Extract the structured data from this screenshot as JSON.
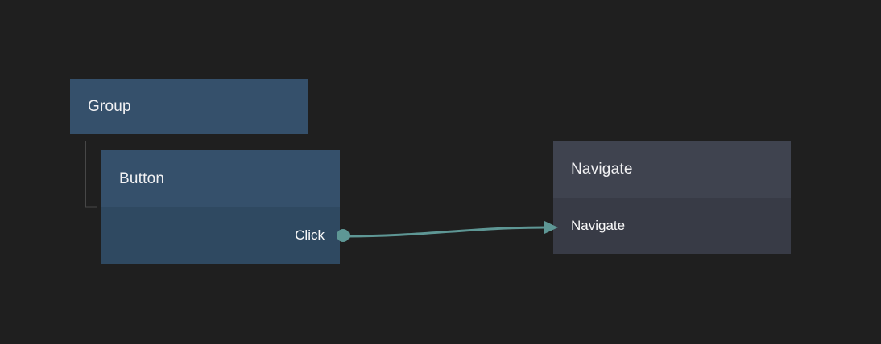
{
  "colors": {
    "canvas-bg": "#1f1f1f",
    "node-blue-header": "#35506b",
    "node-blue-body": "#2f4961",
    "node-gray-header": "#3f434f",
    "node-gray-body": "#383b46",
    "wire-teal": "#5e9795",
    "tree-line": "#474747",
    "title-text": "#f1f1f3",
    "label-text": "#fafafa"
  },
  "nodes": {
    "group": {
      "title": "Group"
    },
    "button": {
      "title": "Button",
      "output_port": {
        "label": "Click"
      }
    },
    "navigate": {
      "title": "Navigate",
      "action_label": "Navigate"
    }
  },
  "connection": {
    "from_port": "Click",
    "to_node": "Navigate"
  }
}
